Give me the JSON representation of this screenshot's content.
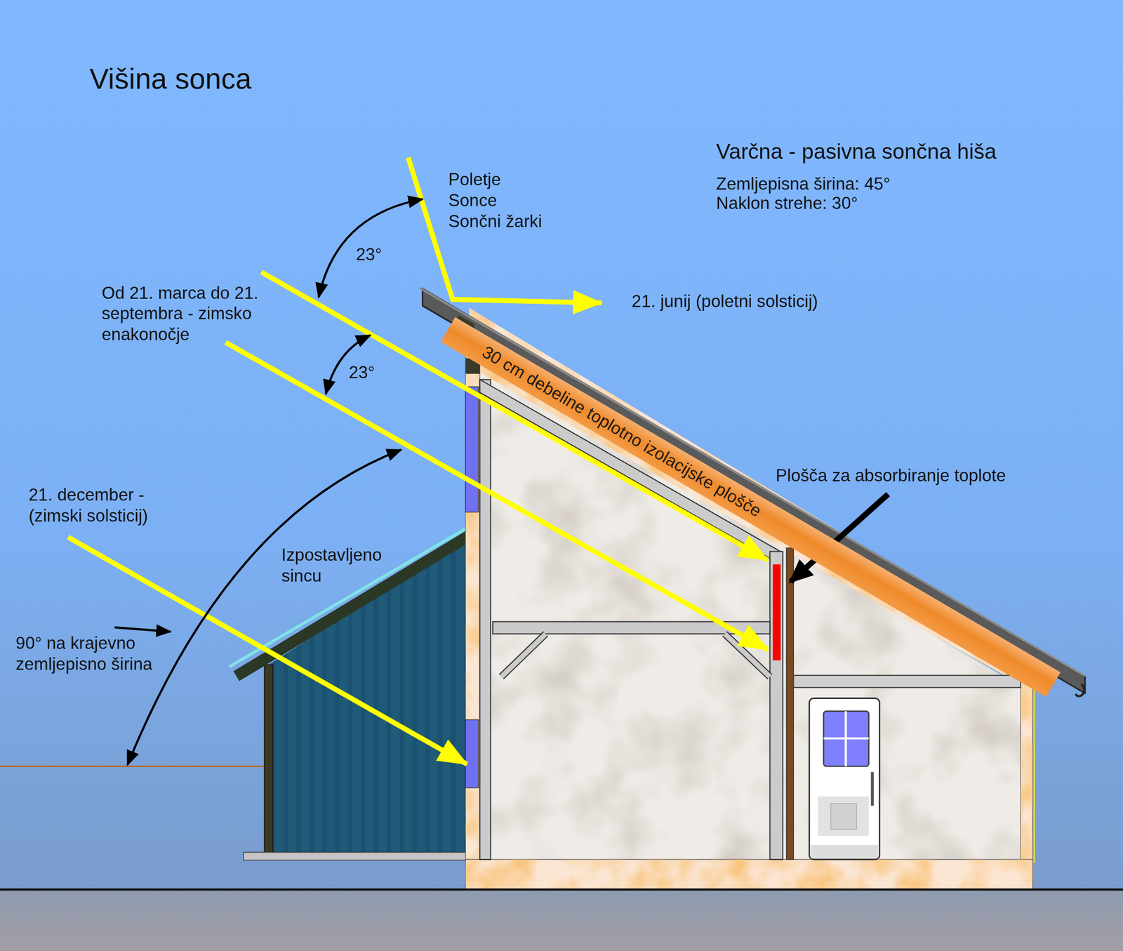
{
  "diagram": {
    "title": "Višina sonca",
    "nodes": [
      {
        "text": [
          "30 cm debeline toplotno izolacijske plošče"
        ]
      }
    ],
    "labels": [
      "Varčna - pasivna sončna hiša",
      "Zemljepisna širina: 45°",
      "Naklon strehe: 30°",
      "Poletje",
      "Sonce",
      "Sončni žarki",
      "23°",
      "21. junij (poletni solsticij)",
      "Od 21. marca do 21. septembra - zimsko enakonočje",
      "23°",
      "Plošča za absorbiranje toplote",
      "21. december - (zimski solsticij)",
      "Izpostavljeno sincu",
      "90° na krajevno zemljepisno širina"
    ]
  }
}
